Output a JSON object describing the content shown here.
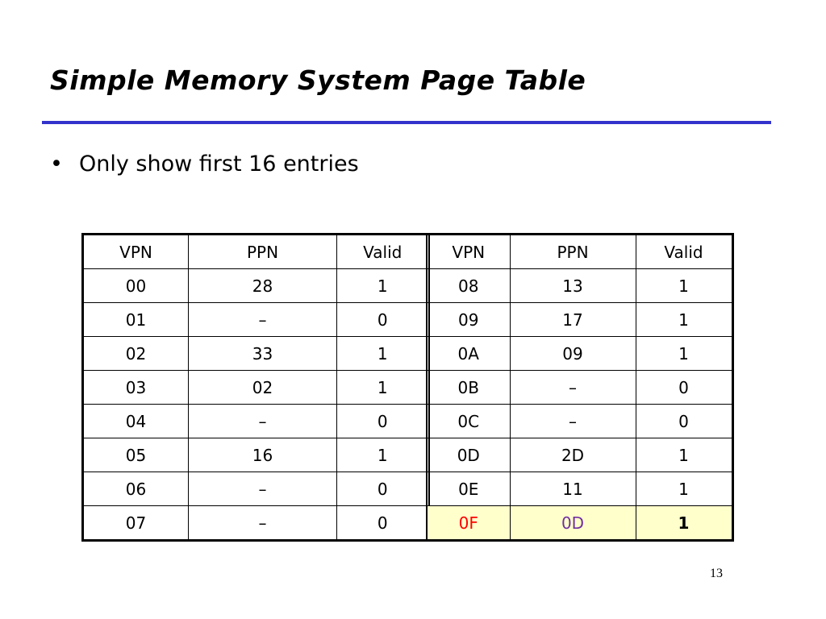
{
  "slide": {
    "title": "Simple Memory System Page Table",
    "bullet_marker": "•",
    "bullet": "Only show first 16 entries",
    "page_number": "13"
  },
  "table": {
    "headers": [
      "VPN",
      "PPN",
      "Valid",
      "VPN",
      "PPN",
      "Valid"
    ],
    "left_rows": [
      {
        "vpn": "00",
        "ppn": "28",
        "valid": "1"
      },
      {
        "vpn": "01",
        "ppn": "–",
        "valid": "0"
      },
      {
        "vpn": "02",
        "ppn": "33",
        "valid": "1"
      },
      {
        "vpn": "03",
        "ppn": "02",
        "valid": "1"
      },
      {
        "vpn": "04",
        "ppn": "–",
        "valid": "0"
      },
      {
        "vpn": "05",
        "ppn": "16",
        "valid": "1"
      },
      {
        "vpn": "06",
        "ppn": "–",
        "valid": "0"
      },
      {
        "vpn": "07",
        "ppn": "–",
        "valid": "0"
      }
    ],
    "right_rows": [
      {
        "vpn": "08",
        "ppn": "13",
        "valid": "1"
      },
      {
        "vpn": "09",
        "ppn": "17",
        "valid": "1"
      },
      {
        "vpn": "0A",
        "ppn": "09",
        "valid": "1"
      },
      {
        "vpn": "0B",
        "ppn": "–",
        "valid": "0"
      },
      {
        "vpn": "0C",
        "ppn": "–",
        "valid": "0"
      },
      {
        "vpn": "0D",
        "ppn": "2D",
        "valid": "1"
      },
      {
        "vpn": "0E",
        "ppn": "11",
        "valid": "1"
      },
      {
        "vpn": "0F",
        "ppn": "0D",
        "valid": "1"
      }
    ]
  },
  "colors": {
    "title_rule": "#3333cc",
    "highlight_background": "#ffffcc",
    "highlight_vpn": "#ff0000",
    "highlight_ppn": "#7030a0"
  }
}
